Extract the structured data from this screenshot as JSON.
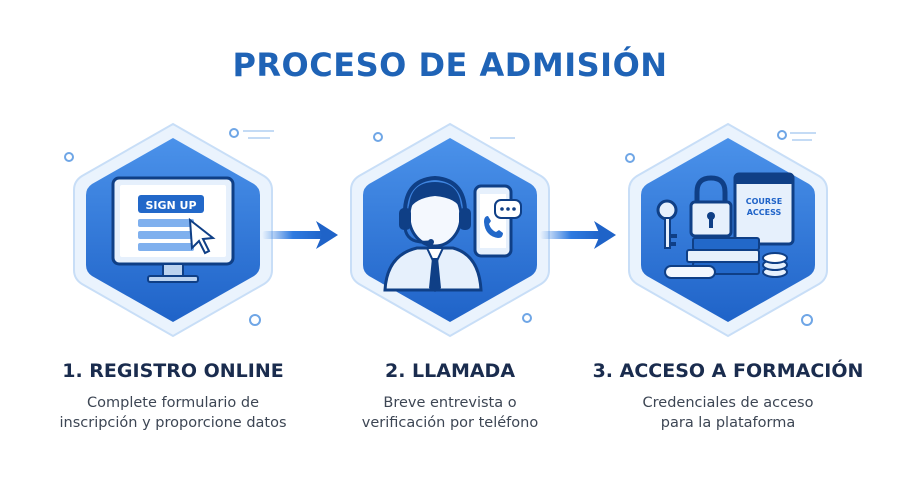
{
  "page": {
    "title": "PROCESO DE ADMISIÓN"
  },
  "colors": {
    "primary": "#1f63b6",
    "accent": "#2e7ae0",
    "light": "#dceafb",
    "text_dark": "#1a2c4e",
    "text_body": "#3d4654"
  },
  "steps": [
    {
      "title": "1. REGISTRO ONLINE",
      "desc_line1": "Complete formulario de",
      "desc_line2": "inscripción y proporcione datos",
      "icon": "computer-signup-icon",
      "icon_button_label": "SIGN UP"
    },
    {
      "title": "2. LLAMADA",
      "desc_line1": "Breve entrevista o",
      "desc_line2": "verificación por teléfono",
      "icon": "headset-agent-phone-icon"
    },
    {
      "title": "3. ACCESO A FORMACIÓN",
      "desc_line1": "Credenciales de acceso",
      "desc_line2": "para la plataforma",
      "icon": "padlock-key-books-icon",
      "icon_screen_line1": "COURSE",
      "icon_screen_line2": "ACCESS"
    }
  ]
}
